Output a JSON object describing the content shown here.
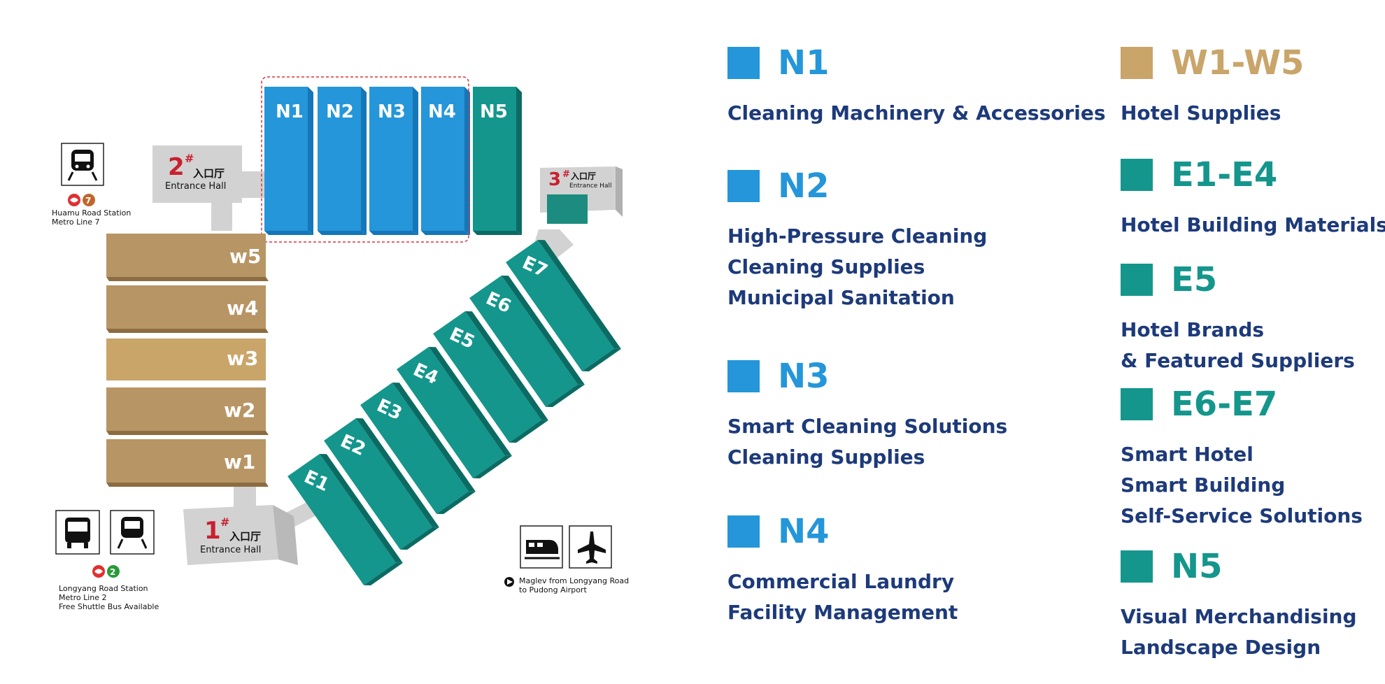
{
  "colors": {
    "blue": "#2496d9",
    "teal": "#14968c",
    "tan": "#b89564",
    "tan_light": "#c9a56a",
    "navy": "#1d3a7a",
    "grey": "#d2d2d2",
    "red": "#c8202f"
  },
  "map": {
    "halls": {
      "N1": "N1",
      "N2": "N2",
      "N3": "N3",
      "N4": "N4",
      "N5": "N5",
      "W5": "w5",
      "W4": "w4",
      "W3": "w3",
      "W2": "w2",
      "W1": "w1",
      "E1": "E1",
      "E2": "E2",
      "E3": "E3",
      "E4": "E4",
      "E5": "E5",
      "E6": "E6",
      "E7": "E7"
    },
    "entrance1": {
      "num": "1",
      "sup": "#",
      "cn": "入口厅",
      "en": "Entrance Hall"
    },
    "entrance2": {
      "num": "2",
      "sup": "#",
      "cn": "入口厅",
      "en": "Entrance Hall"
    },
    "entrance3": {
      "num": "3",
      "sup": "#",
      "cn": "入口厅",
      "en": "Entrance Hall"
    },
    "metro7": {
      "badge": "7",
      "line1": "Huamu Road Station",
      "line2": "Metro Line 7"
    },
    "metro2": {
      "badge": "2",
      "line1": "Longyang Road Station",
      "line2": "Metro Line 2",
      "line3": "Free Shuttle Bus Available"
    },
    "maglev": {
      "line1": "Maglev from Longyang Road",
      "line2": "to Pudong Airport"
    },
    "icons": [
      "metro-train-icon",
      "bus-icon",
      "maglev-train-icon",
      "airplane-icon",
      "metro-logo-icon",
      "play-bullet-icon"
    ]
  },
  "legend": {
    "n1": {
      "code": "N1",
      "lines": [
        "Cleaning Machinery & Accessories"
      ]
    },
    "n2": {
      "code": "N2",
      "lines": [
        "High-Pressure Cleaning",
        "Cleaning Supplies",
        "Municipal Sanitation"
      ]
    },
    "n3": {
      "code": "N3",
      "lines": [
        "Smart Cleaning Solutions",
        "Cleaning Supplies"
      ]
    },
    "n4": {
      "code": "N4",
      "lines": [
        "Commercial Laundry",
        "Facility Management"
      ]
    },
    "w": {
      "code": "W1-W5",
      "lines": [
        "Hotel Supplies"
      ]
    },
    "e1e4": {
      "code": "E1-E4",
      "lines": [
        "Hotel Building Materials"
      ]
    },
    "e5": {
      "code": "E5",
      "lines": [
        "Hotel Brands",
        "& Featured Suppliers"
      ]
    },
    "e6e7": {
      "code": "E6-E7",
      "lines": [
        "Smart Hotel",
        "Smart Building",
        "Self-Service Solutions"
      ]
    },
    "n5": {
      "code": "N5",
      "lines": [
        "Visual Merchandising",
        "Landscape Design"
      ]
    }
  }
}
